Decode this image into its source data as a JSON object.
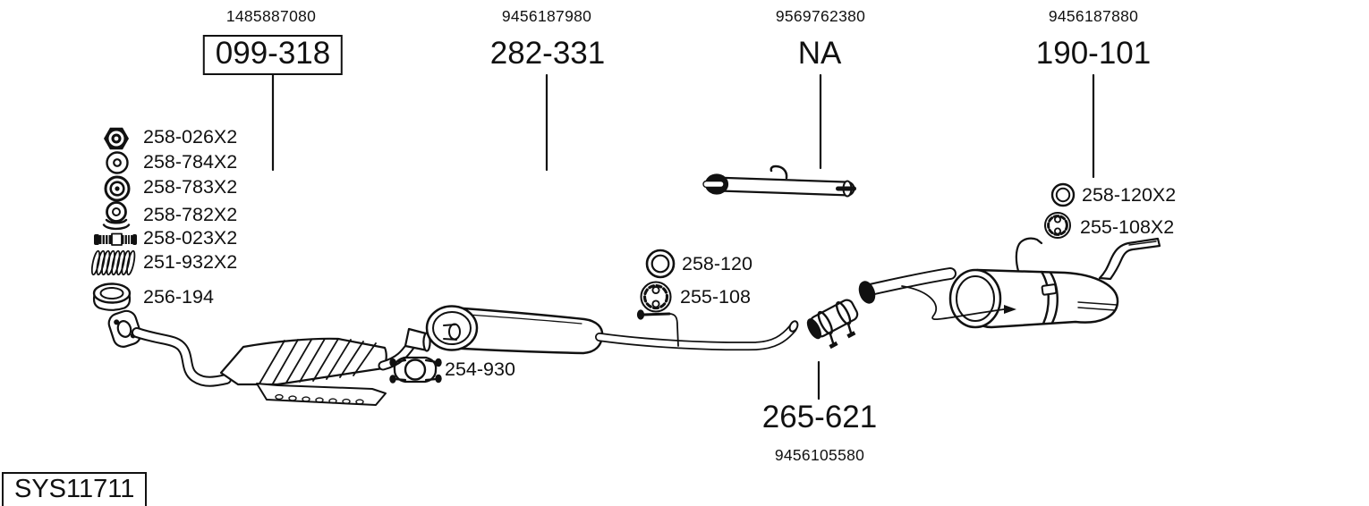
{
  "colors": {
    "ink": "#111111",
    "bg": "#ffffff"
  },
  "top_sections": [
    {
      "ref": "1485887080",
      "label": "099-318",
      "boxed": true
    },
    {
      "ref": "9456187980",
      "label": "282-331",
      "boxed": false
    },
    {
      "ref": "9569762380",
      "label": "NA",
      "boxed": false
    },
    {
      "ref": "9456187880",
      "label": "190-101",
      "boxed": false
    }
  ],
  "left_parts": [
    {
      "icon": "flange-nut-icon",
      "label": "258-026X2"
    },
    {
      "icon": "washer-icon",
      "label": "258-784X2"
    },
    {
      "icon": "grommet-icon",
      "label": "258-783X2"
    },
    {
      "icon": "cone-washer-icon",
      "label": "258-782X2"
    },
    {
      "icon": "stud-bolt-icon",
      "label": "258-023X2"
    },
    {
      "icon": "spring-icon",
      "label": "251-932X2"
    },
    {
      "icon": "gasket-ring-icon",
      "label": "256-194"
    }
  ],
  "center_parts": [
    {
      "icon": "sealing-ring-icon",
      "label": "258-120"
    },
    {
      "icon": "rubber-hanger-icon",
      "label": "255-108"
    }
  ],
  "clamp_part": {
    "icon": "clamp-icon",
    "label": "254-930"
  },
  "rear_parts": [
    {
      "icon": "sealing-ring-icon",
      "label": "258-120X2"
    },
    {
      "icon": "rubber-hanger-icon",
      "label": "255-108X2"
    }
  ],
  "bottom_section": {
    "label": "265-621",
    "ref": "9456105580"
  },
  "system_id": "SYS11711"
}
